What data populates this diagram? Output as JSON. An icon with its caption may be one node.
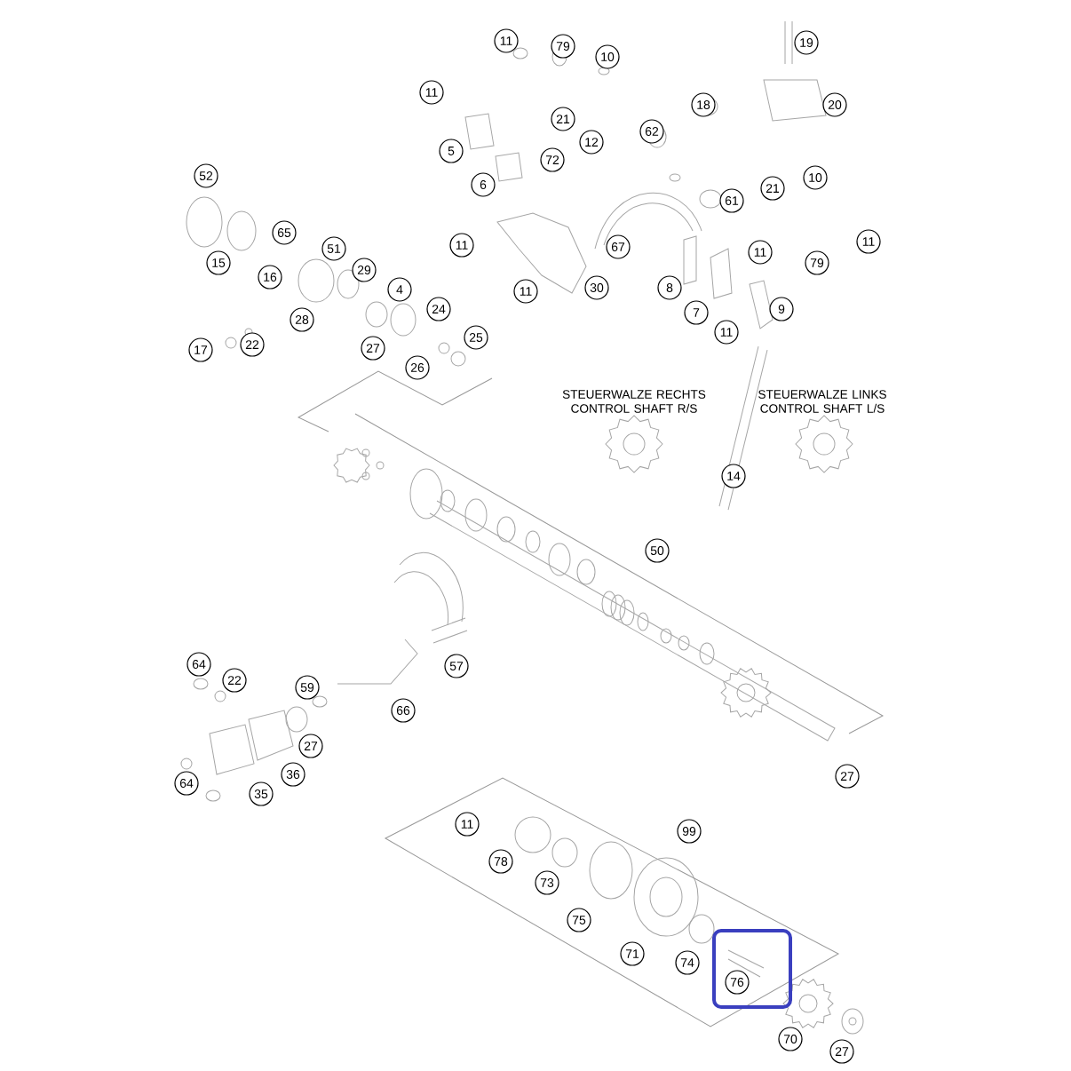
{
  "diagram": {
    "nodes": [
      {
        "text": [
          "76"
        ]
      }
    ],
    "labels": [
      "11",
      "19",
      "79",
      "10",
      "11",
      "18",
      "20",
      "21",
      "62",
      "12",
      "5",
      "72",
      "52",
      "10",
      "6",
      "21",
      "61",
      "65",
      "51",
      "11",
      "67",
      "11",
      "11",
      "15",
      "79",
      "29",
      "16",
      "4",
      "11",
      "30",
      "8",
      "24",
      "9",
      "7",
      "28",
      "11",
      "25",
      "17",
      "22",
      "27",
      "26",
      "STEUERWALZE RECHTS CONTROL SHAFT R/S",
      "STEUERWALZE LINKS CONTROL SHAFT L/S",
      "14",
      "50",
      "64",
      "57",
      "22",
      "59",
      "66",
      "27",
      "36",
      "27",
      "64",
      "35",
      "11",
      "99",
      "78",
      "73",
      "75",
      "71",
      "74",
      "70",
      "27"
    ]
  }
}
